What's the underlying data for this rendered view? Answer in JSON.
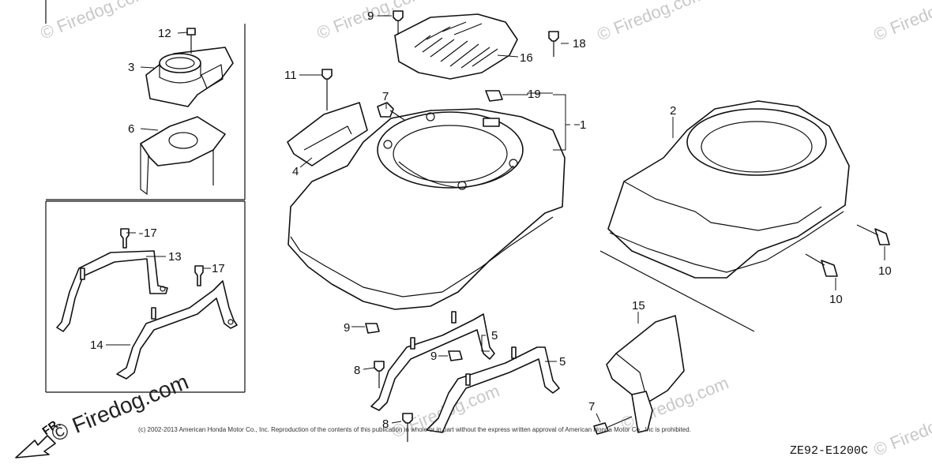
{
  "watermarks": {
    "brand": "© Firedog.com",
    "footer_brand": "© Firedog.com"
  },
  "copyright": "(c) 2002-2013 American Honda Motor Co., Inc. Reproduction of the contents of this publication in whole or in part without the express written approval of American Honda Motor Co., Inc is prohibited.",
  "diagram_code": "ZE92-E1200C",
  "front_marker": "FR.",
  "callouts": {
    "c1": "1",
    "c2": "2",
    "c3": "3",
    "c4": "4",
    "c5a": "5",
    "c5b": "5",
    "c6": "6",
    "c7a": "7",
    "c7b": "7",
    "c8a": "8",
    "c8b": "8",
    "c9a": "9",
    "c9b": "9",
    "c9c": "9",
    "c10a": "10",
    "c10b": "10",
    "c11": "11",
    "c12": "12",
    "c13": "13",
    "c14": "14",
    "c15": "15",
    "c16": "16",
    "c17a": "17",
    "c17b": "17",
    "c18": "18",
    "c19": "19"
  }
}
